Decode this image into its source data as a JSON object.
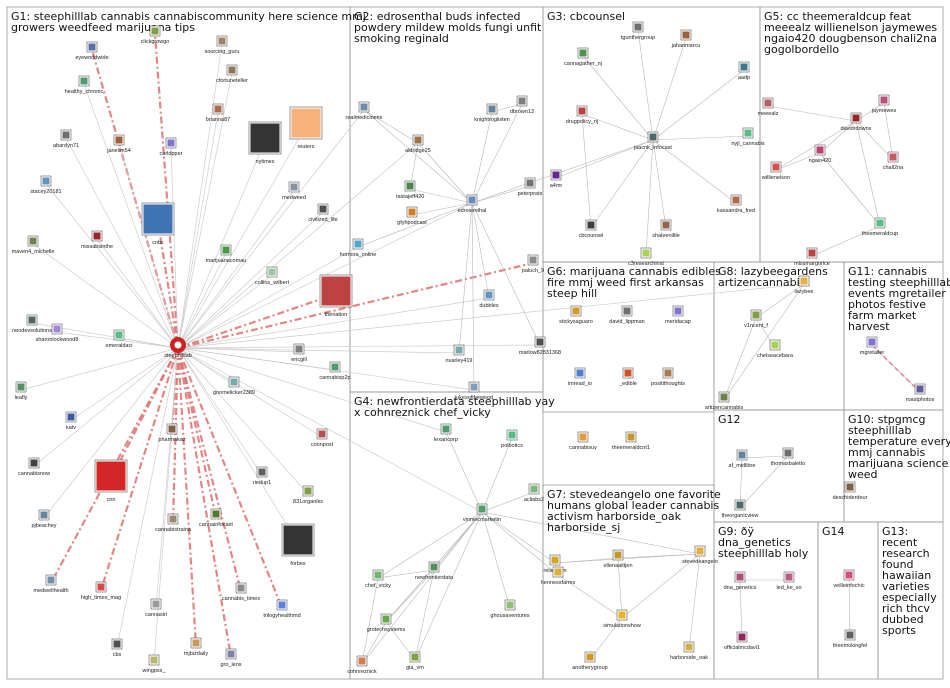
{
  "groups": [
    {
      "id": "G1",
      "lines": [
        "G1: steephilllab cannabis cannabiscommunity here science mmj",
        "growers weedfeed marijuana tips"
      ]
    },
    {
      "id": "G2",
      "lines": [
        "G2: edrosenthal buds infected",
        "powdery mildew molds fungi unfit",
        "smoking reginald"
      ]
    },
    {
      "id": "G3",
      "lines": [
        "G3: cbcounsel"
      ]
    },
    {
      "id": "G5",
      "lines": [
        "G5: cc theemeraldcup feat",
        "meeealz willienelson jaymewes",
        "ngaio420 dougbenson chali2na",
        "gogolbordello"
      ]
    },
    {
      "id": "G6",
      "lines": [
        "G6: marijuana cannabis edibles",
        "fire mmj weed first arkansas",
        "steep hill"
      ]
    },
    {
      "id": "G8",
      "lines": [
        "G8: lazybeegardens",
        "artizencannabis"
      ]
    },
    {
      "id": "G11",
      "lines": [
        "G11: cannabis",
        "testing steephilllab",
        "events mgretailer",
        "photos festive",
        "farm market",
        "harvest"
      ]
    },
    {
      "id": "G4",
      "lines": [
        "G4: newfrontierdata steephilllab yay",
        "x cohnreznick chef_vicky"
      ]
    },
    {
      "id": "G12",
      "lines": [
        "G12"
      ]
    },
    {
      "id": "G10",
      "lines": [
        "G10: stpgmcg",
        "steephilllab",
        "temperature everything",
        "mmj cannabis",
        "marijuana science",
        "weed"
      ]
    },
    {
      "id": "G7",
      "lines": [
        "G7: stevedeangelo one favorite",
        "humans global leader cannabis",
        "activism harborside_oak",
        "harborside_sj"
      ]
    },
    {
      "id": "G9",
      "lines": [
        "G9: ðÿ",
        "dna_genetics",
        "steephilllab holy"
      ]
    },
    {
      "id": "G14",
      "lines": [
        "G14"
      ]
    },
    {
      "id": "G13",
      "lines": [
        "G13:",
        "recent",
        "research",
        "found",
        "hawaiian",
        "varieties",
        "especially",
        "rich thcv",
        "dubbed",
        "sports"
      ]
    }
  ],
  "nodes": [
    {
      "id": "steephilllab",
      "group": "G1",
      "color": "#cc2222",
      "size": "hub"
    },
    {
      "id": "eyeworldwide",
      "group": "G1",
      "color": "#3b5998"
    },
    {
      "id": "clickgrowgo",
      "group": "G1",
      "color": "#6b8e23"
    },
    {
      "id": "sourcing_guru",
      "group": "G1",
      "color": "#8b6f47"
    },
    {
      "id": "cfortuneteller",
      "group": "G1",
      "color": "#7a5c3a"
    },
    {
      "id": "healthy_chronic",
      "group": "G1",
      "color": "#2e8b57"
    },
    {
      "id": "brianna87",
      "group": "G1",
      "color": "#a0522d"
    },
    {
      "id": "abardyn71",
      "group": "G1",
      "color": "#555555"
    },
    {
      "id": "janelim54",
      "group": "G1",
      "color": "#8b4513"
    },
    {
      "id": "carldpper",
      "group": "G1",
      "color": "#6a5acd"
    },
    {
      "id": "nytimes",
      "group": "G1",
      "color": "#111111",
      "size": "big"
    },
    {
      "id": "reuters",
      "group": "G1",
      "color": "#f4a460",
      "size": "big"
    },
    {
      "id": "stacey20181",
      "group": "G1",
      "color": "#4682b4"
    },
    {
      "id": "medweed",
      "group": "G1",
      "color": "#708090"
    },
    {
      "id": "cnbc",
      "group": "G1",
      "color": "#1e5aa8",
      "size": "big"
    },
    {
      "id": "missabsinthe",
      "group": "G1",
      "color": "#8b0000"
    },
    {
      "id": "maven4_michelle",
      "group": "G1",
      "color": "#556b2f"
    },
    {
      "id": "marijuanacomau",
      "group": "G1",
      "color": "#228b22"
    },
    {
      "id": "civilized_life",
      "group": "G1",
      "color": "#333333"
    },
    {
      "id": "collins_wilbert",
      "group": "G1",
      "color": "#8fbc8f"
    },
    {
      "id": "thenation",
      "group": "G1",
      "color": "#b22222",
      "size": "big"
    },
    {
      "id": "neodevsolutions",
      "group": "G1",
      "color": "#2f4f4f"
    },
    {
      "id": "sharonlockwood8",
      "group": "G1",
      "color": "#9370db"
    },
    {
      "id": "emeraldaci",
      "group": "G1",
      "color": "#3cb371"
    },
    {
      "id": "ericgill",
      "group": "G1",
      "color": "#696969"
    },
    {
      "id": "cannabisp2p",
      "group": "G1",
      "color": "#2e8b57"
    },
    {
      "id": "leafly",
      "group": "G1",
      "color": "#3a7d44"
    },
    {
      "id": "gnomelicker2389",
      "group": "G1",
      "color": "#5f9ea0"
    },
    {
      "id": "katv",
      "group": "G1",
      "color": "#1c3f94"
    },
    {
      "id": "pharmakaz",
      "group": "G1",
      "color": "#6b4226"
    },
    {
      "id": "connpost",
      "group": "G1",
      "color": "#aa3333"
    },
    {
      "id": "cannabisnow",
      "group": "G1",
      "color": "#222222"
    },
    {
      "id": "riedup1",
      "group": "G1",
      "color": "#444444"
    },
    {
      "id": "cnn",
      "group": "G1",
      "color": "#cc0000",
      "size": "big"
    },
    {
      "id": "831organiks",
      "group": "G1",
      "color": "#6b8e23"
    },
    {
      "id": "pjbeachey",
      "group": "G1",
      "color": "#4a708b"
    },
    {
      "id": "cannabistraina",
      "group": "G1",
      "color": "#8b7355"
    },
    {
      "id": "cannainfocast",
      "group": "G1",
      "color": "#3a5f0b"
    },
    {
      "id": "forbes",
      "group": "G1",
      "color": "#111111",
      "size": "big"
    },
    {
      "id": "medwellhealth",
      "group": "G1",
      "color": "#5a7d9a"
    },
    {
      "id": "high_times_mag",
      "group": "G1",
      "color": "#d62828"
    },
    {
      "id": "cannabis_times",
      "group": "G1",
      "color": "#777777"
    },
    {
      "id": "trilogyhealthmd",
      "group": "G1",
      "color": "#4169e1"
    },
    {
      "id": "cannasiri",
      "group": "G1",
      "color": "#8a8a8a"
    },
    {
      "id": "cbs",
      "group": "G1",
      "color": "#333333"
    },
    {
      "id": "wingpss_",
      "group": "G1",
      "color": "#aaaa55"
    },
    {
      "id": "mjbizdaily",
      "group": "G1",
      "color": "#c48a3a"
    },
    {
      "id": "gro_lens",
      "group": "G1",
      "color": "#6a6a9a"
    },
    {
      "id": "realmedicinemi",
      "group": "G2",
      "color": "#557799"
    },
    {
      "id": "aldridge25",
      "group": "G2",
      "color": "#8b5a2b"
    },
    {
      "id": "knightroglisten",
      "group": "G2",
      "color": "#4a6f8a"
    },
    {
      "id": "dbrown13",
      "group": "G2",
      "color": "#666666"
    },
    {
      "id": "rastajeff420",
      "group": "G2",
      "color": "#2f6f2f"
    },
    {
      "id": "gfyhpodcast",
      "group": "G2",
      "color": "#cc6600"
    },
    {
      "id": "edrosenthal",
      "group": "G2",
      "color": "#4a7aa7"
    },
    {
      "id": "peterprats",
      "group": "G2",
      "color": "#5a5a5a"
    },
    {
      "id": "hornora_online",
      "group": "G2",
      "color": "#3399cc"
    },
    {
      "id": "paluch_9",
      "group": "G2",
      "color": "#777777"
    },
    {
      "id": "dubbles",
      "group": "G2",
      "color": "#4682b4"
    },
    {
      "id": "nvarley419",
      "group": "G2",
      "color": "#5f9ea0"
    },
    {
      "id": "marlow82831368",
      "group": "G2",
      "color": "#333333"
    },
    {
      "id": "jukesofthewood",
      "group": "G2",
      "color": "#6a8caf"
    },
    {
      "id": "cannagather_nj",
      "group": "G3",
      "color": "#2e7d32"
    },
    {
      "id": "tgunthergroup",
      "group": "G3",
      "color": "#555555"
    },
    {
      "id": "jahanmarcu",
      "group": "G3",
      "color": "#8b4513"
    },
    {
      "id": "drugpolicy_nj",
      "group": "G3",
      "color": "#b22222"
    },
    {
      "id": "jaacnk_infocast",
      "group": "G3",
      "color": "#2f4f4f"
    },
    {
      "id": "aadp",
      "group": "G3",
      "color": "#1a5f7a"
    },
    {
      "id": "nyjl_cannabis",
      "group": "G3",
      "color": "#3cb371"
    },
    {
      "id": "a4mr",
      "group": "G3",
      "color": "#4b0082"
    },
    {
      "id": "cbcounsel",
      "group": "G3",
      "color": "#1c1c1c"
    },
    {
      "id": "shaleeniltle",
      "group": "G3",
      "color": "#7a4b2a"
    },
    {
      "id": "kassandra_fred",
      "group": "G3",
      "color": "#a0522d"
    },
    {
      "id": "c3researchinst",
      "group": "G3",
      "color": "#9acd32"
    },
    {
      "id": "meeealz",
      "group": "G5",
      "color": "#aa4444"
    },
    {
      "id": "davidrdowns",
      "group": "G5",
      "color": "#8b0000"
    },
    {
      "id": "jaymewes",
      "group": "G5",
      "color": "#b03060"
    },
    {
      "id": "willienelson",
      "group": "G5",
      "color": "#cc3333"
    },
    {
      "id": "ngaio420",
      "group": "G5",
      "color": "#aa2255"
    },
    {
      "id": "chali2na",
      "group": "G5",
      "color": "#c04040"
    },
    {
      "id": "theemeraldcup",
      "group": "G5",
      "color": "#3cb371"
    },
    {
      "id": "missmargorice",
      "group": "G5",
      "color": "#b22222"
    },
    {
      "id": "stickysaguaro",
      "group": "G6",
      "color": "#cc8800"
    },
    {
      "id": "david_lippman",
      "group": "G6",
      "color": "#555555"
    },
    {
      "id": "meridacap",
      "group": "G6",
      "color": "#6a5acd"
    },
    {
      "id": "imread_io",
      "group": "G6",
      "color": "#3366cc"
    },
    {
      "id": "_edible",
      "group": "G6",
      "color": "#cc3300"
    },
    {
      "id": "positithoughts",
      "group": "G6",
      "color": "#996633"
    },
    {
      "id": "cannabisuy",
      "group": "G6",
      "color": "#d98c1a"
    },
    {
      "id": "theemeraldcnt1",
      "group": "G6",
      "color": "#b8860b"
    },
    {
      "id": "v1ncent_f",
      "group": "G8",
      "color": "#6b8e23"
    },
    {
      "id": "lazybee",
      "group": "G8",
      "color": "#daa520"
    },
    {
      "id": "chelseacebara",
      "group": "G8",
      "color": "#9acd32"
    },
    {
      "id": "artizencannabis",
      "group": "G8",
      "color": "#556b2f"
    },
    {
      "id": "mgretailer",
      "group": "G11",
      "color": "#6a5acd"
    },
    {
      "id": "roastphotos",
      "group": "G11",
      "color": "#483d8b"
    },
    {
      "id": "lexaricorp",
      "group": "G4",
      "color": "#2e8b57"
    },
    {
      "id": "polbotics",
      "group": "G4",
      "color": "#3cb371"
    },
    {
      "id": "acliabs2",
      "group": "G4",
      "color": "#66aa66"
    },
    {
      "id": "vinniecmarketin",
      "group": "G4",
      "color": "#2f8f4f"
    },
    {
      "id": "chef_vicky",
      "group": "G4",
      "color": "#55aa55"
    },
    {
      "id": "newfrontierdata",
      "group": "G4",
      "color": "#3a7d44"
    },
    {
      "id": "grotechsystems",
      "group": "G4",
      "color": "#4c9a2a"
    },
    {
      "id": "ghousaventures",
      "group": "G4",
      "color": "#7ab55c"
    },
    {
      "id": "cohnreznick",
      "group": "G4",
      "color": "#cc6633"
    },
    {
      "id": "gia_vm",
      "group": "G4",
      "color": "#6b8e23"
    },
    {
      "id": "af_midlibre",
      "group": "G12",
      "color": "#4a708b"
    },
    {
      "id": "thomasbaletto",
      "group": "G12",
      "color": "#555555"
    },
    {
      "id": "theorganicview",
      "group": "G12",
      "color": "#2f4f4f"
    },
    {
      "id": "deschiderdeur",
      "group": "G10",
      "color": "#6b4226"
    },
    {
      "id": "stevedeangelo",
      "group": "G7",
      "color": "#daa520"
    },
    {
      "id": "relaxfarm",
      "group": "G7",
      "color": "#cc9900"
    },
    {
      "id": "ellenaalitjen",
      "group": "G7",
      "color": "#b8860b"
    },
    {
      "id": "hennessfarms",
      "group": "G7",
      "color": "#d4a017"
    },
    {
      "id": "simulationshow",
      "group": "G7",
      "color": "#e0a800"
    },
    {
      "id": "harborside_oak",
      "group": "G7",
      "color": "#c9a227"
    },
    {
      "id": "anotherygroup",
      "group": "G7",
      "color": "#cc8800"
    },
    {
      "id": "dna_genetics",
      "group": "G9",
      "color": "#a03060"
    },
    {
      "id": "led_ke_so",
      "group": "G9",
      "color": "#b04070"
    },
    {
      "id": "officialmcdavi1",
      "group": "G9",
      "color": "#800040"
    },
    {
      "id": "veilleinfochic",
      "group": "G14",
      "color": "#cc3366"
    },
    {
      "id": "theemokingfel",
      "group": "G14",
      "color": "#444444"
    }
  ]
}
